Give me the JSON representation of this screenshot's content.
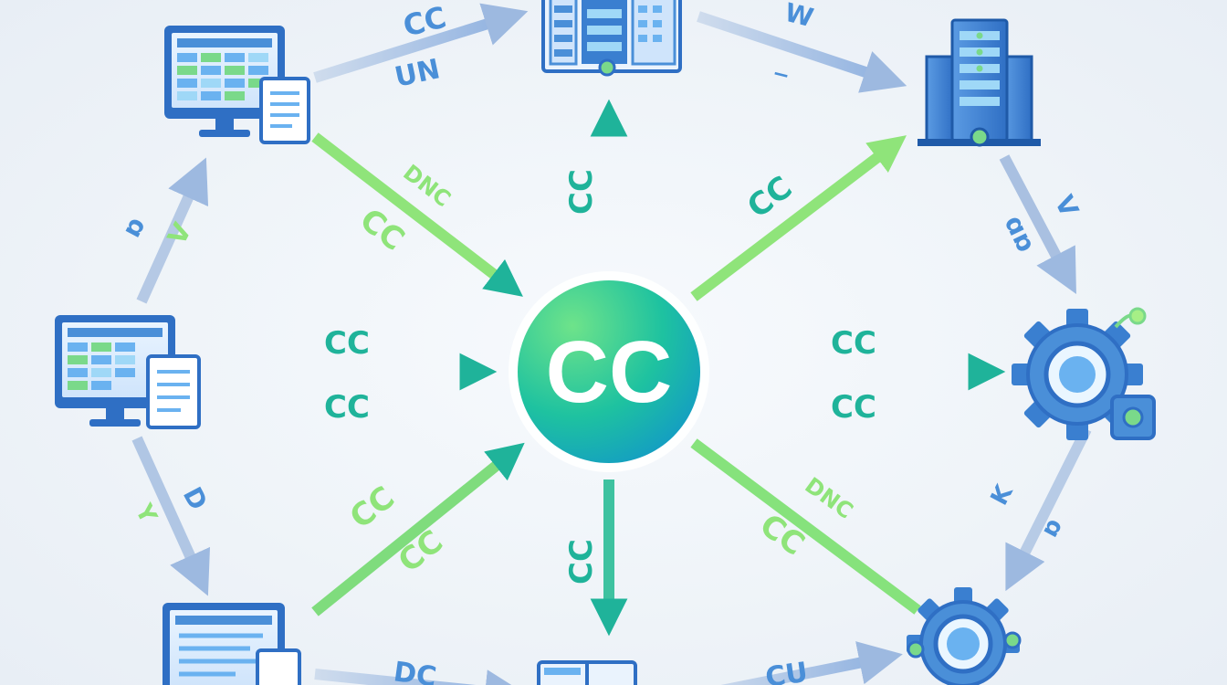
{
  "hub": {
    "label": "CC"
  },
  "colors": {
    "background": "#eef3f8",
    "teal": "#1fb39a",
    "green": "#8fe47a",
    "blue": "#4a8fd8",
    "lightblue": "#a9c4e4",
    "hub_dark": "#0fa6a8",
    "hub_light": "#5fe08a"
  },
  "nodes": [
    {
      "id": "computer-top-left",
      "icon": "monitor-document-icon"
    },
    {
      "id": "server-top-center",
      "icon": "server-rack-icon"
    },
    {
      "id": "building-top-right",
      "icon": "database-server-icon"
    },
    {
      "id": "computer-mid-left",
      "icon": "monitor-document-icon"
    },
    {
      "id": "gear-mid-right",
      "icon": "gear-icon"
    },
    {
      "id": "computer-bottom-left",
      "icon": "monitor-document-icon"
    },
    {
      "id": "window-bottom-center",
      "icon": "window-icon"
    },
    {
      "id": "gear-bottom-right",
      "icon": "gear-icon"
    }
  ],
  "labels": {
    "top_left_upper": "CC",
    "top_left_lower": "UN",
    "top_right_upper": "W",
    "top_right_lower": "_",
    "left_upper_a": "ɒ",
    "left_upper_b": "V",
    "right_upper_a": "V",
    "right_upper_b": "ɑɒ",
    "left_lower_a": "Y",
    "left_lower_b": "D",
    "right_lower_a": "K",
    "right_lower_b": "ɒ",
    "diag_tl_a": "DNC",
    "diag_tl_b": "CC",
    "vert_top": "CC",
    "diag_tr": "CC",
    "horiz_left_a": "CC",
    "horiz_left_b": "CC",
    "horiz_right_a": "CC",
    "horiz_right_b": "CC",
    "diag_bl_a": "CC",
    "diag_bl_b": "CC",
    "vert_bottom": "CC",
    "diag_br_a": "DNC",
    "diag_br_b": "CC",
    "bottom_left": "DC",
    "bottom_right": "CU"
  }
}
